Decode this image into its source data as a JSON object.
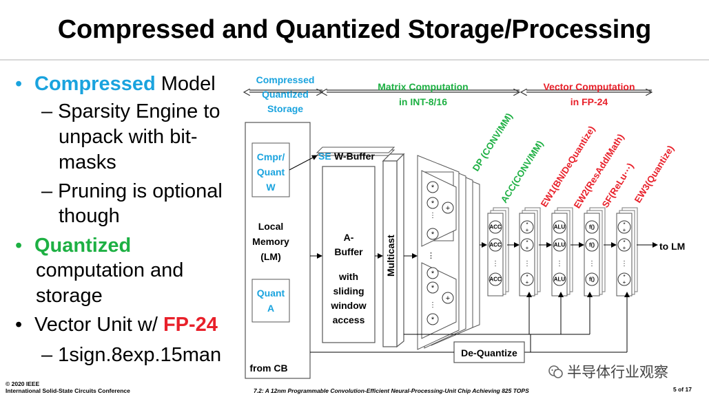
{
  "title": "Compressed and Quantized Storage/Processing",
  "bullets": {
    "b1_highlight": "Compressed",
    "b1_text": " Model",
    "b1_sub1_line1": "– Sparsity Engine to",
    "b1_sub1_line2": "unpack with bit-",
    "b1_sub1_line3": "masks",
    "b1_sub2_line1": "– Pruning is optional",
    "b1_sub2_line2": "though",
    "b2_highlight": "Quantized",
    "b2_line2": "computation and",
    "b2_line3": "storage",
    "b3_text": "Vector Unit w/ ",
    "b3_highlight": "FP-24",
    "b3_sub1": "– 1sign.8exp.15man"
  },
  "colors": {
    "cyan": "#1aa3de",
    "green": "#1db043",
    "red": "#e8202a"
  },
  "diagram": {
    "hdr_storage_1": "Compressed",
    "hdr_storage_2": "Quantized",
    "hdr_storage_3": "Storage",
    "hdr_matrix_1": "Matrix Computation",
    "hdr_matrix_2": "in INT-8/16",
    "hdr_vector_1": "Vector Computation",
    "hdr_vector_2": "in FP-24",
    "cmpr_1": "Cmpr/",
    "cmpr_2": "Quant",
    "cmpr_3": "W",
    "lm_1": "Local",
    "lm_2": "Memory",
    "lm_3": "(LM)",
    "quant_1": "Quant",
    "quant_2": "A",
    "from_cb": "from CB",
    "se": "SE",
    "w_buffer": "W-Buffer",
    "abuf_1": "A-",
    "abuf_2": "Buffer",
    "abuf_3": "with",
    "abuf_4": "sliding",
    "abuf_5": "window",
    "abuf_6": "access",
    "multicast": "Multicast",
    "dp": "DP (CONV/MM)",
    "acc": "ACC(CONV/MM)",
    "ew1": "EW1(BN/DeQuantize)",
    "ew2": "EW2(ResAdd/Math)",
    "sf": "SF(ReLu⋯)",
    "ew3": "EW3(Quantize)",
    "acc_cell": "ACC",
    "alu_cell": "ALU",
    "f_cell": "f()",
    "to_lm": "to LM",
    "dequantize": "De-Quantize"
  },
  "footer": {
    "copyright_1": "© 2020 IEEE",
    "copyright_2": "International Solid-State Circuits Conference",
    "paper": "7.2: A 12nm Programmable Convolution-Efficient Neural-Processing-Unit Chip Achieving 825 TOPS",
    "page": "5 of 17",
    "watermark": "半导体行业观察"
  }
}
